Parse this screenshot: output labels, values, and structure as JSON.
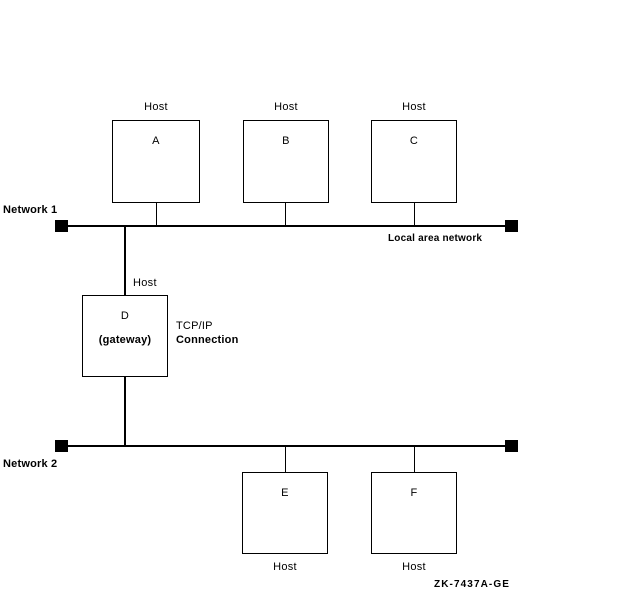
{
  "figure": {
    "id_label": "ZK-7437A-GE",
    "line_color": "#000000",
    "background": "#ffffff"
  },
  "networks": [
    {
      "key": "network1",
      "label": "Network 1",
      "annotation": "Local area network"
    },
    {
      "key": "network2",
      "label": "Network 2",
      "annotation": ""
    }
  ],
  "hosts": [
    {
      "key": "host-a",
      "caption": "Host",
      "letter": "A",
      "sub": "",
      "network": "Network 1"
    },
    {
      "key": "host-b",
      "caption": "Host",
      "letter": "B",
      "sub": "",
      "network": "Network 1"
    },
    {
      "key": "host-c",
      "caption": "Host",
      "letter": "C",
      "sub": "",
      "network": "Network 1"
    },
    {
      "key": "host-d",
      "caption": "Host",
      "letter": "D",
      "sub": "(gateway)",
      "network": "Network 1 / Network 2"
    },
    {
      "key": "host-e",
      "caption": "Host",
      "letter": "E",
      "sub": "",
      "network": "Network 2"
    },
    {
      "key": "host-f",
      "caption": "Host",
      "letter": "F",
      "sub": "",
      "network": "Network 2"
    }
  ],
  "connection": {
    "line1": "TCP/IP",
    "line2": "Connection"
  }
}
